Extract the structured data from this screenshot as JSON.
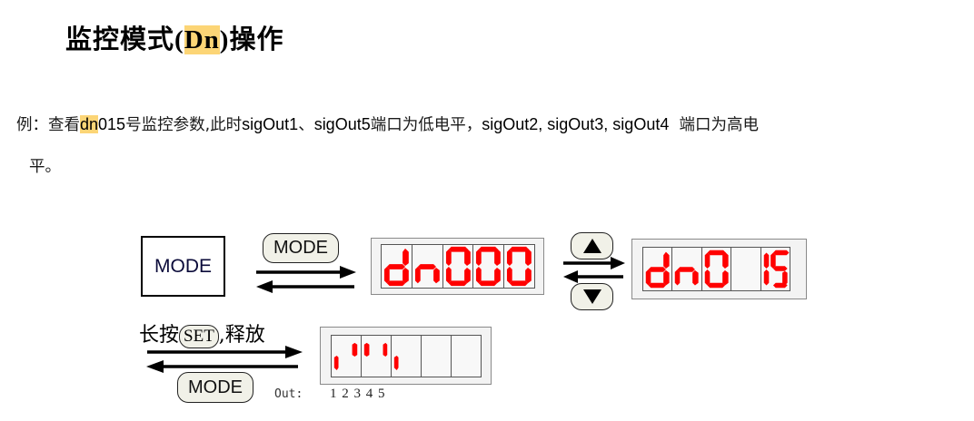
{
  "title": {
    "prefix": "监控模式",
    "paren_open": "(",
    "highlight": "Dn",
    "paren_close": ")",
    "suffix": "操作",
    "highlight_color": "#fcd576"
  },
  "paragraph": {
    "p1": "例：查看",
    "hl": "dn",
    "p2_lat": "015",
    "p3": "号监控参数,此时",
    "p4_lat": "sigOut1",
    "p5": "、",
    "p6_lat": "sigOut5",
    "p7": "端口为低电平，",
    "p8_lat": "sigOut2, sigOut3, sigOut4",
    "p9": "  端口为高电",
    "line2": "平。"
  },
  "diagram": {
    "mode_box_label": "MODE",
    "mode_key_1": "MODE",
    "display_1": {
      "chars": [
        "d",
        "n",
        "0",
        "0",
        "0"
      ],
      "text": "dn000"
    },
    "up_key": "▲",
    "down_key": "▼",
    "display_2": {
      "chars": [
        "d",
        "n",
        "0",
        "1",
        "5"
      ],
      "text": "dn015"
    },
    "long_press_prefix": "长按",
    "set_key": "SET",
    "long_press_suffix": ",释放",
    "mode_key_2": "MODE",
    "out_label": "Out:",
    "out_numbers": "1 2 3 4 5",
    "display_3": {
      "description": "sigOut1 low, sigOut2 high, sigOut3 high, sigOut4 high, sigOut5 low",
      "states": [
        "low",
        "high",
        "high",
        "high",
        "low"
      ]
    },
    "segment_color": "#ff0000"
  }
}
